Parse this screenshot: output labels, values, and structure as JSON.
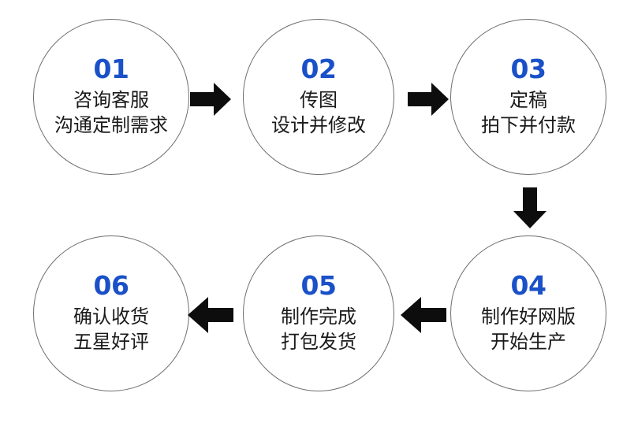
{
  "diagram": {
    "title": "",
    "background_color": "#ffffff",
    "number_color": "#1a50c8",
    "text_color": "#1a1a1a",
    "circle_stroke_color": "#6e6e6e",
    "arrow_color": "#0d0d0d",
    "nodes": [
      {
        "number": "01",
        "line1": "咨询客服",
        "line2": "沟通定制需求"
      },
      {
        "number": "02",
        "line1": "传图",
        "line2": "设计并修改"
      },
      {
        "number": "03",
        "line1": "定稿",
        "line2": "拍下并付款"
      },
      {
        "number": "04",
        "line1": "制作好网版",
        "line2": "开始生产"
      },
      {
        "number": "05",
        "line1": "制作完成",
        "line2": "打包发货"
      },
      {
        "number": "06",
        "line1": "确认收货",
        "line2": "五星好评"
      }
    ],
    "arrows": [
      {
        "from": "01",
        "to": "02",
        "direction": "right"
      },
      {
        "from": "02",
        "to": "03",
        "direction": "right"
      },
      {
        "from": "03",
        "to": "04",
        "direction": "down"
      },
      {
        "from": "04",
        "to": "05",
        "direction": "left"
      },
      {
        "from": "05",
        "to": "06",
        "direction": "left"
      }
    ]
  }
}
